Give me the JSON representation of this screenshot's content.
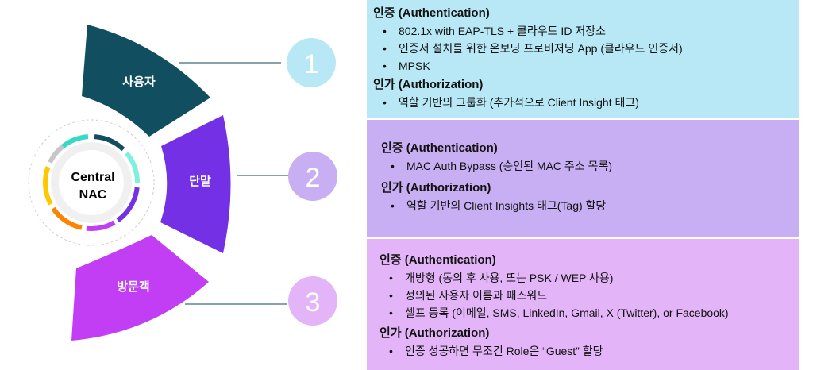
{
  "hub": {
    "line1": "Central",
    "line2": "NAC"
  },
  "segments": [
    {
      "label": "사용자",
      "number": "1",
      "color": "#114e5f",
      "circle_color": "#b8e8f5"
    },
    {
      "label": "단말",
      "number": "2",
      "color": "#7330e5",
      "circle_color": "#c8aef3"
    },
    {
      "label": "방문객",
      "number": "3",
      "color": "#c23ef5",
      "circle_color": "#e3b5f8"
    }
  ],
  "ring_colors": [
    "#36d9c5",
    "#114e5f",
    "#7ff0dd",
    "#7330e5",
    "#c23ef5",
    "#ff8300",
    "#ffc700",
    "#c4c6c8"
  ],
  "panels": [
    {
      "auth_title": "인증 (Authentication)",
      "auth_items": [
        "802.1x with EAP-TLS +  클라우드 ID 저장소",
        "인증서 설치를 위한 온보딩 프로비저닝 App (클라우드 인증서)",
        "MPSK"
      ],
      "authz_title": "인가 (Authorization)",
      "authz_items": [
        "역할 기반의 그룹화 (추가적으로 Client Insight 태그)"
      ]
    },
    {
      "auth_title": "인증 (Authentication)",
      "auth_items": [
        "MAC Auth Bypass (승인된 MAC 주소 목록)"
      ],
      "authz_title": "인가 (Authorization)",
      "authz_items": [
        "역할 기반의 Client Insights 태그(Tag) 할당"
      ]
    },
    {
      "auth_title": "인증 (Authentication)",
      "auth_items": [
        "개방형 (동의 후 사용, 또는 PSK / WEP 사용)",
        "정의된 사용자 이름과 패스워드",
        "셀프 등록 (이메일, SMS, LinkedIn, Gmail, X (Twitter), or Facebook)"
      ],
      "authz_title": "인가 (Authorization)",
      "authz_items": [
        "인증 성공하면 무조건 Role은 “Guest” 할당"
      ]
    }
  ]
}
